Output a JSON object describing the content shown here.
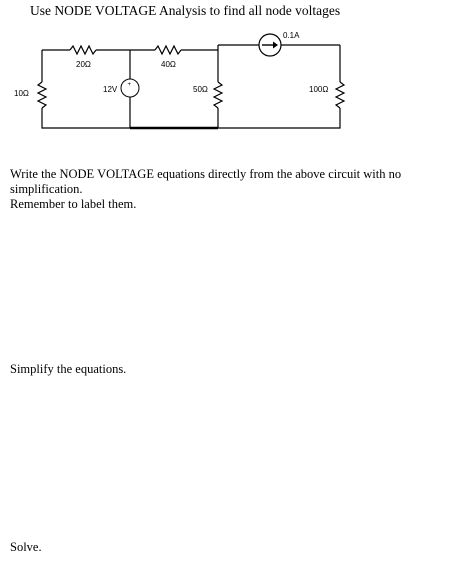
{
  "header": {
    "title": "Use NODE VOLTAGE Analysis to find all node voltages"
  },
  "circuit": {
    "r1_label": "20Ω",
    "r2_label": "40Ω",
    "r3_label": "10Ω",
    "r4_label": "50Ω",
    "r5_label": "100Ω",
    "vsource_label": "12V",
    "isource_label": "0.1A"
  },
  "questions": {
    "q1_line1": "Write the NODE VOLTAGE equations directly from the above circuit with no simplification.",
    "q1_line2": "Remember to label them.",
    "q2": "Simplify the equations.",
    "q3": "Solve."
  }
}
